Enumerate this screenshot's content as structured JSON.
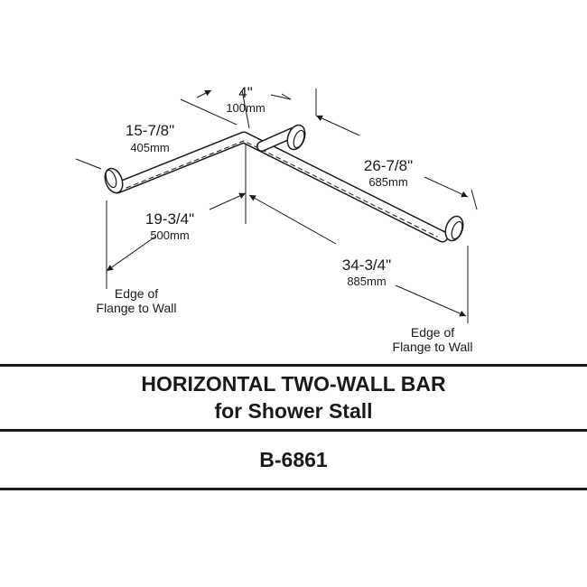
{
  "dimensions": {
    "offset": {
      "imperial": "4\"",
      "metric": "100mm"
    },
    "short_leg": {
      "imperial": "15-7/8\"",
      "metric": "405mm"
    },
    "long_leg": {
      "imperial": "26-7/8\"",
      "metric": "685mm"
    },
    "short_to_wall": {
      "imperial": "19-3/4\"",
      "metric": "500mm"
    },
    "long_to_wall": {
      "imperial": "34-3/4\"",
      "metric": "885mm"
    }
  },
  "notes": {
    "left_wall": [
      "Edge of",
      "Flange to Wall"
    ],
    "right_wall": [
      "Edge of",
      "Flange to Wall"
    ]
  },
  "title": {
    "line1": "HORIZONTAL TWO-WALL BAR",
    "line2": "for Shower Stall"
  },
  "model": "B-6861"
}
